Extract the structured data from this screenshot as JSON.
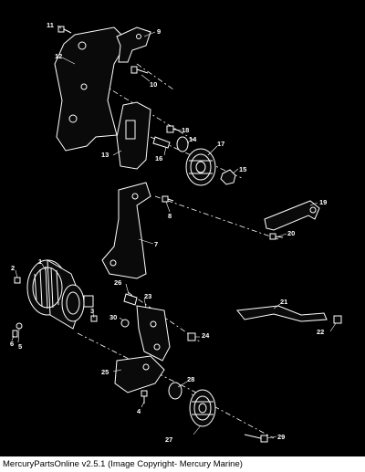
{
  "diagram": {
    "callouts": [
      "1",
      "2",
      "3",
      "4",
      "5",
      "6",
      "7",
      "8",
      "9",
      "10",
      "11",
      "12",
      "13",
      "14",
      "15",
      "16",
      "17",
      "18",
      "19",
      "20",
      "21",
      "22",
      "23",
      "24",
      "25",
      "26",
      "27",
      "28",
      "29",
      "30"
    ]
  },
  "footer": {
    "caption": "MercuryPartsOnline v2.5.1 (Image Copyright- Mercury Marine)"
  },
  "colors": {
    "background": "#000000",
    "lines": "#ffffff",
    "caption_background": "#ffffff",
    "caption_text": "#000000"
  }
}
